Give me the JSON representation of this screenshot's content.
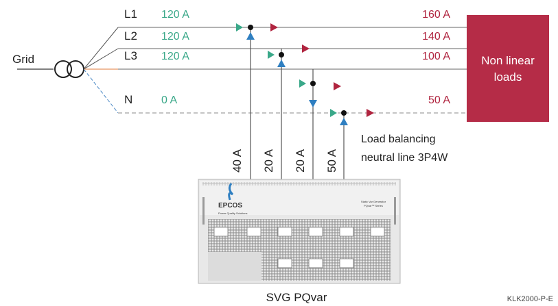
{
  "grid_label": "Grid",
  "lines": [
    {
      "name": "L1",
      "supply": "120 A",
      "load": "160 A"
    },
    {
      "name": "L2",
      "supply": "120 A",
      "load": "140 A"
    },
    {
      "name": "L3",
      "supply": "120 A",
      "load": "100 A"
    },
    {
      "name": "N",
      "supply": "0 A",
      "load": "50 A"
    }
  ],
  "load_box": {
    "line1": "Non linear",
    "line2": "loads"
  },
  "compensation_currents": [
    "40 A",
    "20 A",
    "20 A",
    "50 A"
  ],
  "balancing_note": {
    "line1": "Load balancing",
    "line2": "neutral line 3P4W"
  },
  "device": {
    "brand": "EPCOS",
    "tagline": "Power Quality Solutions",
    "model_line1": "Static Var Generator",
    "model_line2": "PQvar™ Series",
    "caption": "SVG PQvar"
  },
  "figure_code": "KLK2000-P-E",
  "colors": {
    "accent_red": "#b0243f",
    "accent_green": "#3aa889",
    "arrow_blue": "#2f7fc1",
    "load_box": "#b52c47"
  }
}
